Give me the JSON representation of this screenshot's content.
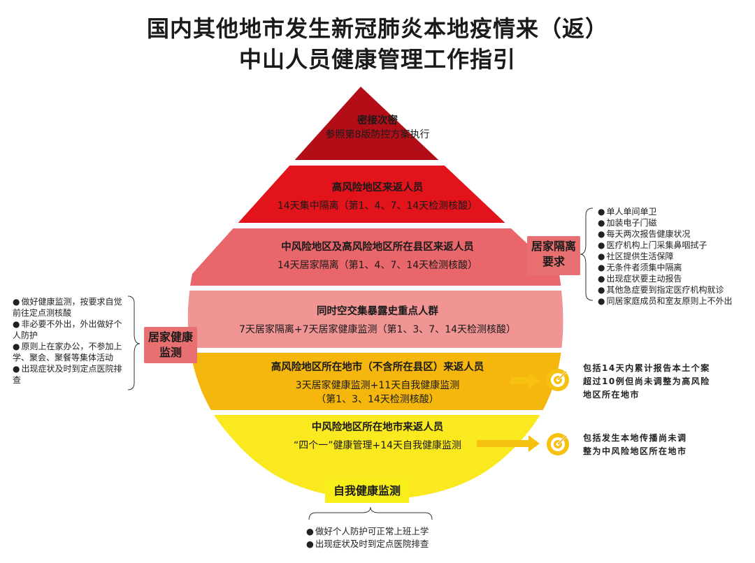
{
  "title": {
    "line1": "国内其他地市发生新冠肺炎本地疫情来（返）",
    "line2": "中山人员健康管理工作指引"
  },
  "colors": {
    "tier1": "#b30e18",
    "tier2": "#e2131a",
    "tier3": "#e9666b",
    "tier4": "#f09494",
    "tier5": "#f5b70d",
    "tier6": "#fae91e",
    "sidebox": "#e87070",
    "selfbox": "#f7ee1a",
    "arrow": "#f6c10f"
  },
  "tiers": [
    {
      "head": "密接次密",
      "line1": "参照第8版防控方案执行",
      "line2": ""
    },
    {
      "head": "高风险地区来返人员",
      "line1": "14天集中隔离（第1、4、7、14天检测核酸）",
      "line2": ""
    },
    {
      "head": "中风险地区及高风险地区所在县区来返人员",
      "line1": "14天居家隔离（第1、4、7、14天检测核酸）",
      "line2": ""
    },
    {
      "head": "同时空交集暴露史重点人群",
      "line1": "7天居家隔离+7天居家健康监测（第1、3、7、14天检测核酸）",
      "line2": ""
    },
    {
      "head": "高风险地区所在地市（不含所在县区）来返人员",
      "line1": "3天居家健康监测+11天自我健康监测",
      "line2": "（第1、3、14天检测核酸）"
    },
    {
      "head": "中风险地区所在地市来返人员",
      "line1": "“四个一”健康管理+14天自我健康监测",
      "line2": ""
    }
  ],
  "isolation": {
    "label_line1": "居家隔离",
    "label_line2": "要求",
    "items": [
      "单人单间单卫",
      "加装电子门磁",
      "每天两次报告健康状况",
      "医疗机构上门采集鼻咽拭子",
      "社区提供生活保障",
      "无条件者须集中隔离",
      "出现症状要主动报告",
      "其他急症要到指定医疗机构就诊",
      "同居家庭成员和室友原则上不外出"
    ]
  },
  "monitoring": {
    "label_line1": "居家健康",
    "label_line2": "监测",
    "items": [
      "做好健康监测，按要求自觉前往定点测核酸",
      "非必要不外出，外出做好个人防护",
      "原则上在家办公，不参加上学、聚会、聚餐等集体活动",
      "出现症状及时到定点医院排查"
    ]
  },
  "notes": [
    {
      "line1": "包括14天内累计报告本土个案",
      "line2": "超过10例但尚未调整为高风险",
      "line3": "地区所在地市"
    },
    {
      "line1": "包括发生本地传播尚未调",
      "line2": "整为中风险地区所在地市",
      "line3": ""
    }
  ],
  "self_monitoring": {
    "label": "自我健康监测",
    "items": [
      "做好个人防护可正常上班上学",
      "出现症状及时到定点医院排查"
    ]
  },
  "icons": [
    "target-icon",
    "target-icon"
  ]
}
